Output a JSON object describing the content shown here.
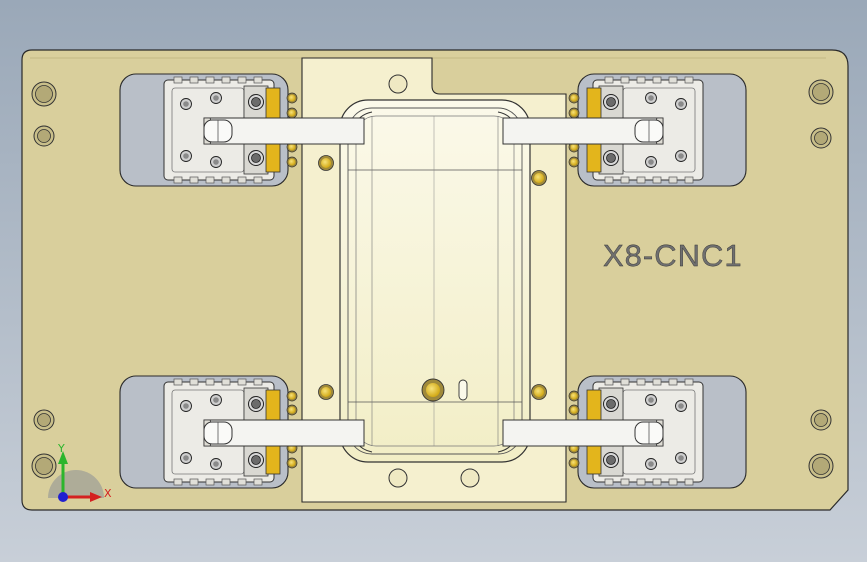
{
  "plate": {
    "engraving": "X8-CNC1"
  },
  "triad": {
    "x_label": "X",
    "y_label": "Y"
  },
  "colors": {
    "background_top": "#9aa8b8",
    "background_bottom": "#c8cfd8",
    "plate": "#d9cf9c",
    "insert": "#f5f0cf",
    "pocket": "#b9bfc8",
    "clamp_block": "#ecebe6",
    "pin": "#e6c22c",
    "engrave_text": "#6f6f6f",
    "axis_x": "#d42020",
    "axis_y": "#2cb52c",
    "axis_z": "#2020d0"
  }
}
